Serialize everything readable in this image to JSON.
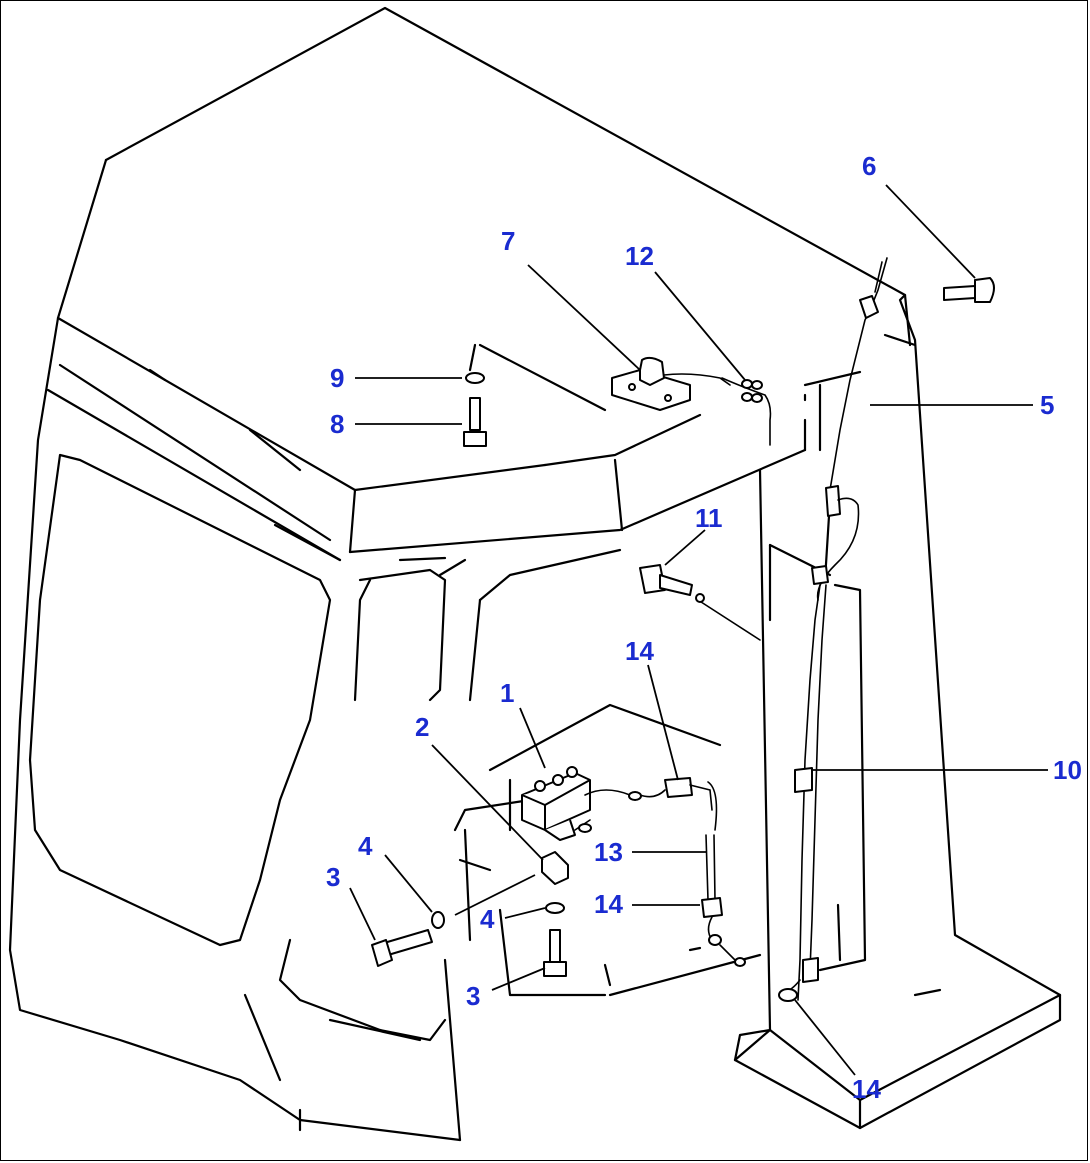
{
  "callouts": [
    {
      "id": "c1",
      "text": "1"
    },
    {
      "id": "c2",
      "text": "2"
    },
    {
      "id": "c3a",
      "text": "3"
    },
    {
      "id": "c3b",
      "text": "3"
    },
    {
      "id": "c4a",
      "text": "4"
    },
    {
      "id": "c4b",
      "text": "4"
    },
    {
      "id": "c5",
      "text": "5"
    },
    {
      "id": "c6",
      "text": "6"
    },
    {
      "id": "c7",
      "text": "7"
    },
    {
      "id": "c8",
      "text": "8"
    },
    {
      "id": "c9",
      "text": "9"
    },
    {
      "id": "c10",
      "text": "10"
    },
    {
      "id": "c11",
      "text": "11"
    },
    {
      "id": "c12",
      "text": "12"
    },
    {
      "id": "c13",
      "text": "13"
    },
    {
      "id": "c14a",
      "text": "14"
    },
    {
      "id": "c14b",
      "text": "14"
    },
    {
      "id": "c14c",
      "text": "14"
    }
  ],
  "colors": {
    "callout": "#1a2bd0",
    "line": "#000000",
    "background": "#ffffff"
  }
}
